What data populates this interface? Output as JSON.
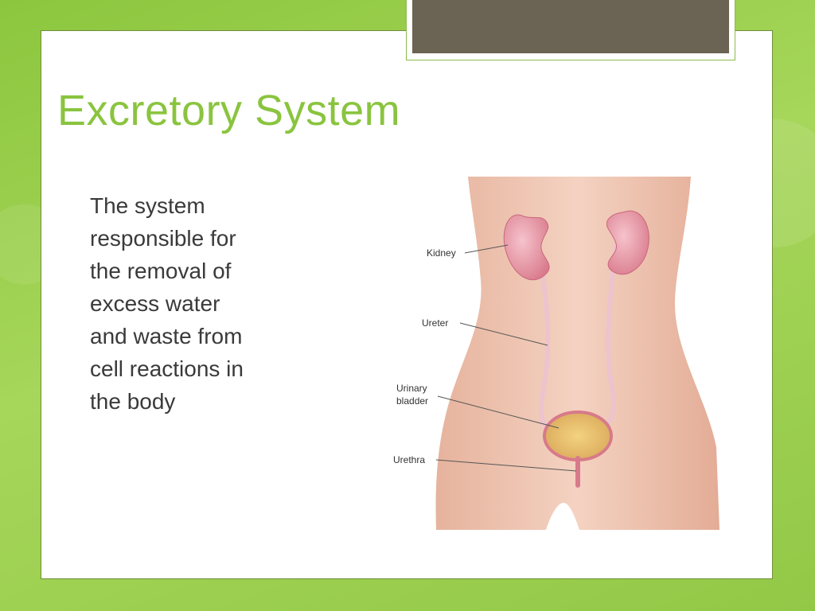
{
  "slide": {
    "title": "Excretory System",
    "body_lines": [
      "The system",
      "responsible for",
      "the removal of",
      "excess water",
      "and waste from",
      "cell reactions in",
      "the body"
    ]
  },
  "figure": {
    "labels": {
      "kidney": "Kidney",
      "ureter": "Ureter",
      "urinary_line1": "Urinary",
      "urinary_line2": "bladder",
      "urethra": "Urethra"
    }
  },
  "colors": {
    "accent": "#8ac43f",
    "header_bar": "#6b6354",
    "body_text": "#3a3a3a",
    "skin": "#f0c8b4",
    "kidney": "#e79aa8"
  }
}
